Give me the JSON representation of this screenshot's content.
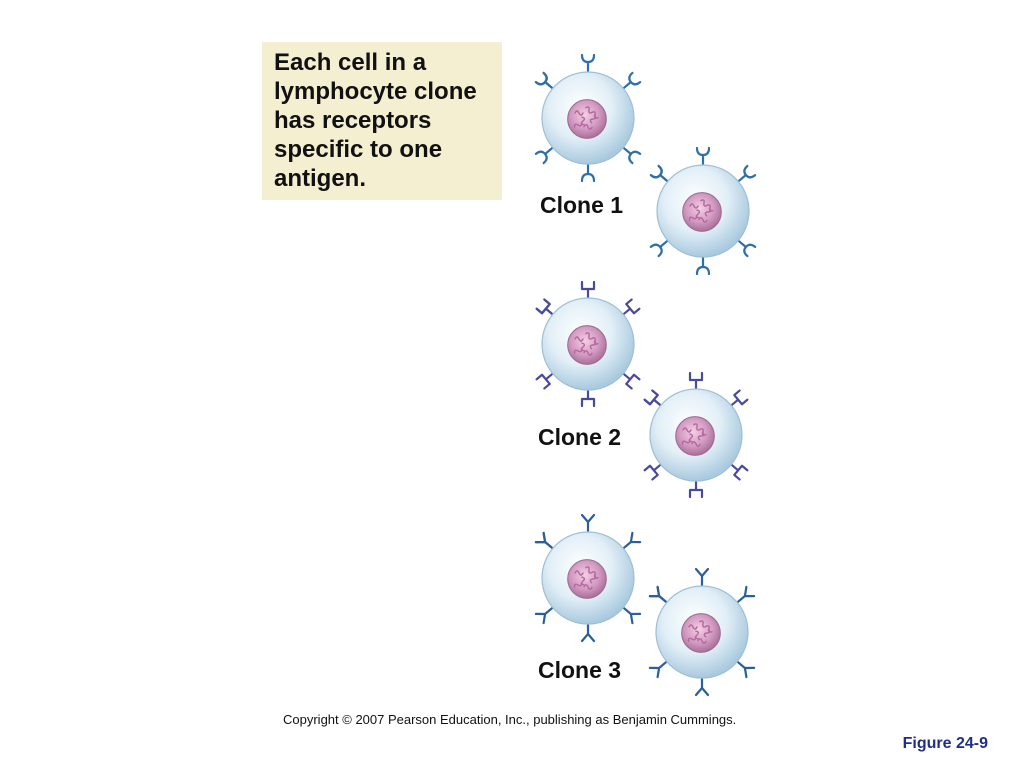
{
  "caption": "Each cell in a\nlymphocyte clone\nhas receptors\nspecific to one\nantigen.",
  "clones": [
    {
      "label": "Clone 1",
      "receptor_shape": "cup"
    },
    {
      "label": "Clone 2",
      "receptor_shape": "square-fork"
    },
    {
      "label": "Clone 3",
      "receptor_shape": "y-fork"
    }
  ],
  "copyright": "Copyright © 2007 Pearson Education, Inc., publishing as Benjamin Cummings.",
  "figure_label": "Figure 24-9",
  "colors": {
    "caption_bg": "#f4efd0",
    "cell_fill": "#cfe3ef",
    "cell_edge": "#9dbfd6",
    "nucleus": "#c890b8",
    "clone1_receptor": "#2f6fa8",
    "clone2_receptor": "#4a4a9a",
    "clone3_receptor": "#2a5f9a",
    "figure_label": "#1f2f88"
  }
}
